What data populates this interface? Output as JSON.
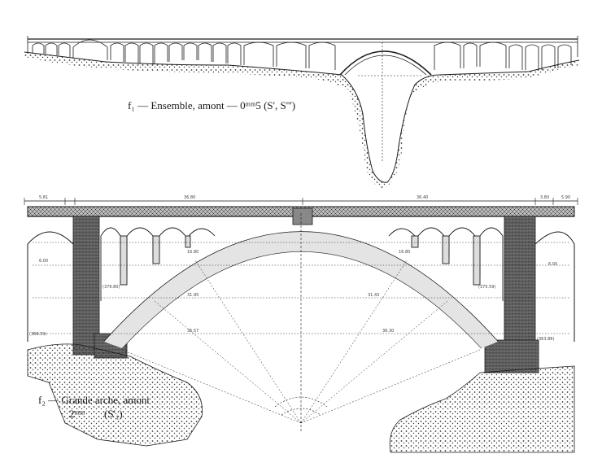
{
  "figures": [
    {
      "caption": "f₁ — Ensemble, amont — 0ᵐᵐ5   (S', S''')"
    },
    {
      "caption_title": "f₂ — Grande arche, amont",
      "caption_scale": "2ᵐᵐ",
      "caption_sheet": "(S'₁)"
    }
  ],
  "colors": {
    "ink": "#1a1a1a",
    "paper": "#ffffff",
    "hatch": "#555555"
  }
}
